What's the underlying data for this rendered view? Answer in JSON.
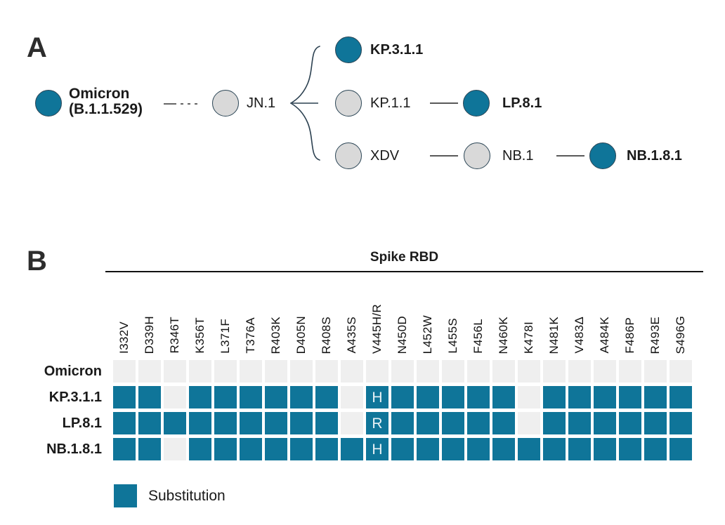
{
  "colors": {
    "accent": "#0f7599",
    "node_gray": "#d9d9d9",
    "node_border": "#2c4656",
    "empty_cell": "#efefef",
    "text": "#1a1a1a"
  },
  "panel_a": {
    "label": "A",
    "nodes": [
      {
        "id": "omicron",
        "label": "Omicron",
        "sublabel": "(B.1.1.529)",
        "highlighted": true
      },
      {
        "id": "jn1",
        "label": "JN.1",
        "highlighted": false
      },
      {
        "id": "kp311",
        "label": "KP.3.1.1",
        "highlighted": true
      },
      {
        "id": "kp11",
        "label": "KP.1.1",
        "highlighted": false
      },
      {
        "id": "lp81",
        "label": "LP.8.1",
        "highlighted": true
      },
      {
        "id": "xdv",
        "label": "XDV",
        "highlighted": false
      },
      {
        "id": "nb1",
        "label": "NB.1",
        "highlighted": false
      },
      {
        "id": "nb181",
        "label": "NB.1.8.1",
        "highlighted": true
      }
    ],
    "edges": [
      {
        "from": "Omicron (B.1.1.529)",
        "to": "JN.1",
        "style": "dashed"
      },
      {
        "from": "JN.1",
        "to": "KP.3.1.1",
        "style": "brace"
      },
      {
        "from": "JN.1",
        "to": "KP.1.1",
        "style": "brace"
      },
      {
        "from": "JN.1",
        "to": "XDV",
        "style": "brace"
      },
      {
        "from": "KP.1.1",
        "to": "LP.8.1",
        "style": "line"
      },
      {
        "from": "XDV",
        "to": "NB.1",
        "style": "line"
      },
      {
        "from": "NB.1",
        "to": "NB.1.8.1",
        "style": "line"
      }
    ]
  },
  "panel_b": {
    "label": "B",
    "title": "Spike RBD",
    "legend_label": "Substitution"
  },
  "chart_data": {
    "type": "heatmap",
    "title": "Spike RBD",
    "columns": [
      "I332V",
      "D339H",
      "R346T",
      "K356T",
      "L371F",
      "T376A",
      "R403K",
      "D405N",
      "R408S",
      "A435S",
      "V445H/R",
      "N450D",
      "L452W",
      "L455S",
      "F456L",
      "N460K",
      "K478I",
      "N481K",
      "V483Δ",
      "A484K",
      "F486P",
      "R493E",
      "S496G"
    ],
    "rows": [
      {
        "name": "Omicron",
        "values": [
          0,
          0,
          0,
          0,
          0,
          0,
          0,
          0,
          0,
          0,
          0,
          0,
          0,
          0,
          0,
          0,
          0,
          0,
          0,
          0,
          0,
          0,
          0
        ]
      },
      {
        "name": "KP.3.1.1",
        "values": [
          1,
          1,
          0,
          1,
          1,
          1,
          1,
          1,
          1,
          0,
          "H",
          1,
          1,
          1,
          1,
          1,
          0,
          1,
          1,
          1,
          1,
          1,
          1
        ]
      },
      {
        "name": "LP.8.1",
        "values": [
          1,
          1,
          1,
          1,
          1,
          1,
          1,
          1,
          1,
          0,
          "R",
          1,
          1,
          1,
          1,
          1,
          0,
          1,
          1,
          1,
          1,
          1,
          1
        ]
      },
      {
        "name": "NB.1.8.1",
        "values": [
          1,
          1,
          0,
          1,
          1,
          1,
          1,
          1,
          1,
          1,
          "H",
          1,
          1,
          1,
          1,
          1,
          1,
          1,
          1,
          1,
          1,
          1,
          1
        ]
      }
    ],
    "cell_value_meaning": {
      "0": "no substitution",
      "1": "substitution",
      "letter": "substitution with annotated residue"
    },
    "legend": [
      {
        "label": "Substitution",
        "color": "#0f7599"
      }
    ],
    "empty_color": "#efefef",
    "legend_position": "bottom-left"
  }
}
